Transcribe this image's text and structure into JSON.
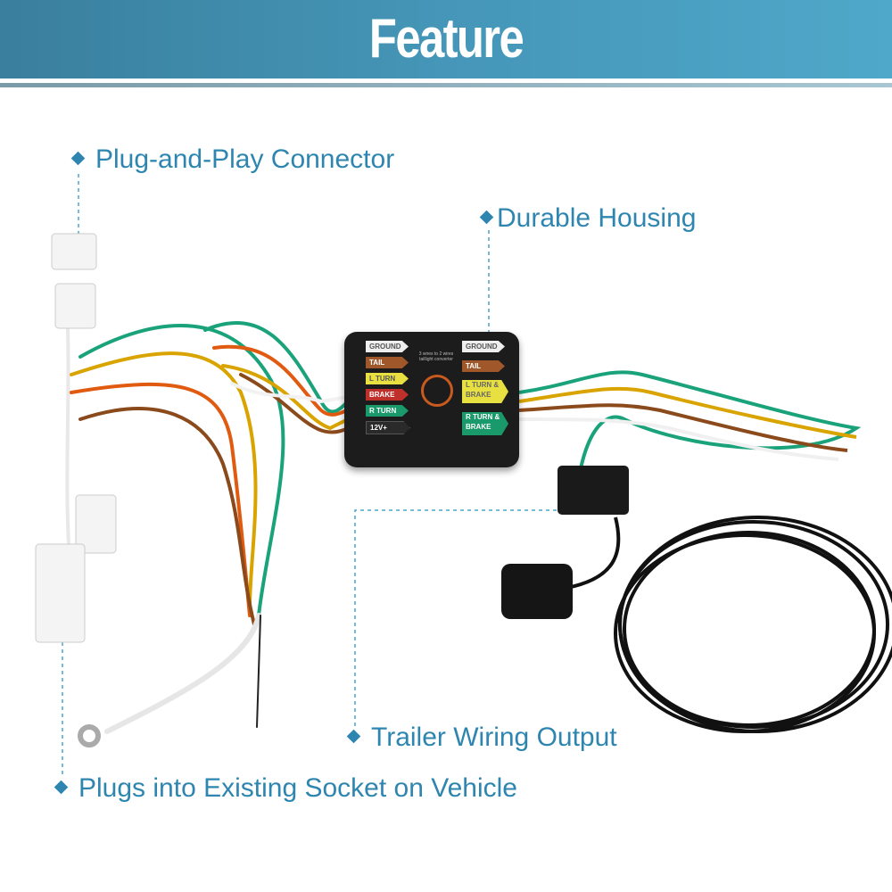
{
  "header": {
    "title": "Feature"
  },
  "callouts": {
    "plug_and_play": "Plug-and-Play Connector",
    "durable_housing": "Durable Housing",
    "trailer_output": "Trailer Wiring Output",
    "plugs_into": "Plugs into Existing Socket on Vehicle"
  },
  "converter_box": {
    "subtitle": "3 wires to 2 wires taillight converter",
    "left_labels": [
      "GROUND",
      "TAIL",
      "L TURN",
      "BRAKE",
      "R TURN",
      "12V+"
    ],
    "right_labels": [
      "GROUND",
      "TAIL",
      "L TURN & BRAKE",
      "R TURN & BRAKE"
    ]
  },
  "colors": {
    "accent": "#2e86b0",
    "header_start": "#3a7f9d",
    "header_end": "#4fa8c9"
  }
}
